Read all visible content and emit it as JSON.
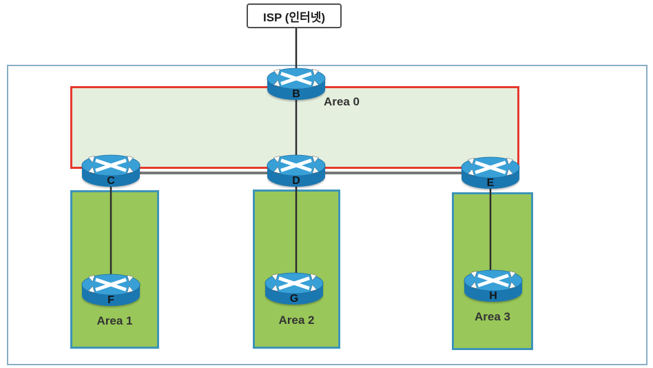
{
  "diagram": {
    "isp_label": "ISP (인터넷)",
    "area0": {
      "label": "Area 0"
    },
    "areas": [
      {
        "id": "area1",
        "label": "Area 1",
        "router": "F"
      },
      {
        "id": "area2",
        "label": "Area 2",
        "router": "G"
      },
      {
        "id": "area3",
        "label": "Area 3",
        "router": "H"
      }
    ],
    "routers": {
      "b": "B",
      "c": "C",
      "d": "D",
      "e": "E",
      "f": "F",
      "g": "G",
      "h": "H"
    },
    "links": [
      "ISP-B",
      "B-D",
      "C-D-E backbone",
      "C-F",
      "D-G",
      "E-H"
    ],
    "colors": {
      "area0_border": "#e6392e",
      "area0_fill": "#e5efde",
      "area_fill": "#99c75a",
      "area_border": "#3d94b8",
      "outer_border": "#86aec6",
      "isp_border": "#4d4d4f",
      "link_line": "#2d2d2d",
      "backbone_line": "#77787a",
      "label_text": "#333333",
      "router_top": "#38a0d6",
      "router_body": "#1b77b0"
    }
  }
}
